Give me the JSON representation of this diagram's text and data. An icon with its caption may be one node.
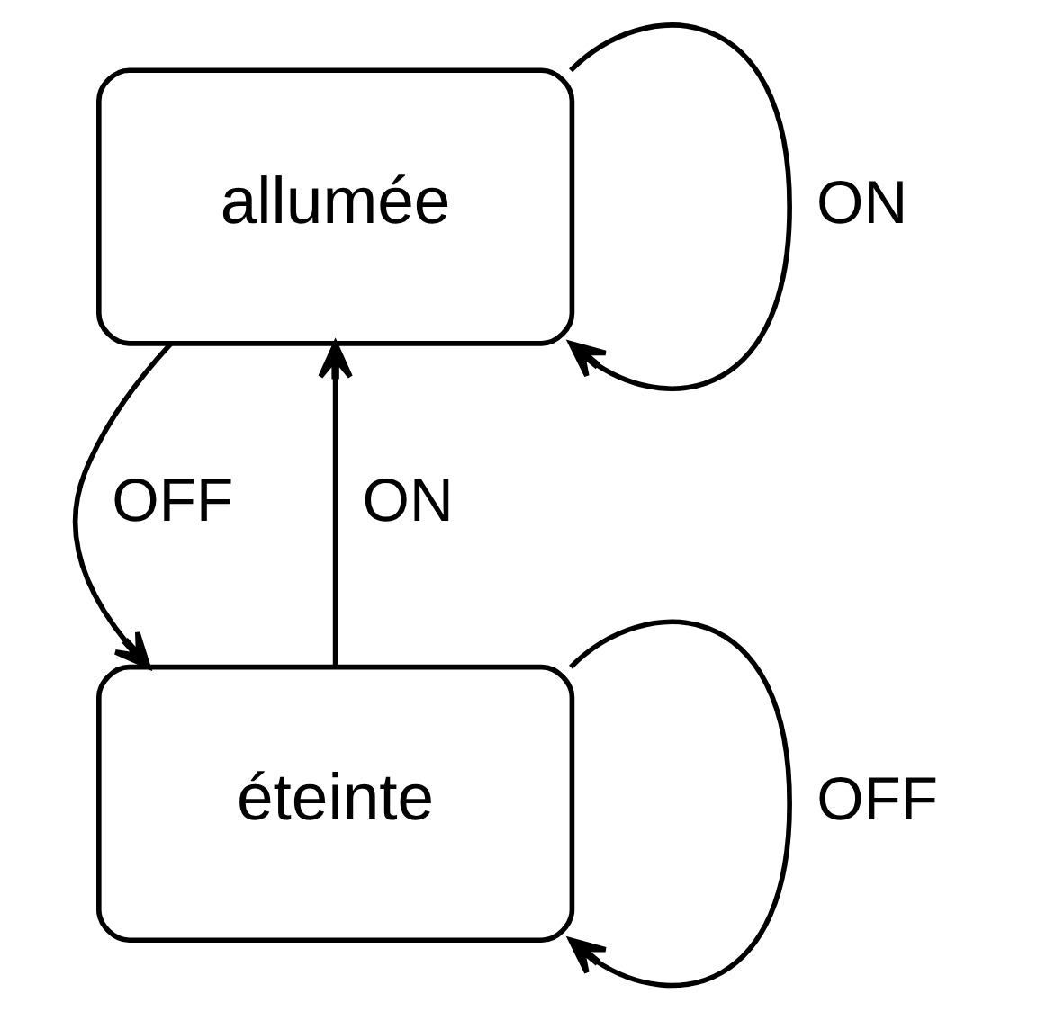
{
  "diagram": {
    "nodes": [
      {
        "text": [
          "allumée"
        ]
      },
      {
        "text": [
          "éteinte"
        ]
      }
    ],
    "edges": [
      {
        "from": 0,
        "to": 0,
        "label": "ON",
        "arrow": "to"
      },
      {
        "from": 0,
        "to": 1,
        "label": "OFF",
        "arrow": "to"
      },
      {
        "from": 1,
        "to": 0,
        "label": "ON",
        "arrow": "to"
      },
      {
        "from": 1,
        "to": 1,
        "label": "OFF",
        "arrow": "to"
      }
    ]
  }
}
